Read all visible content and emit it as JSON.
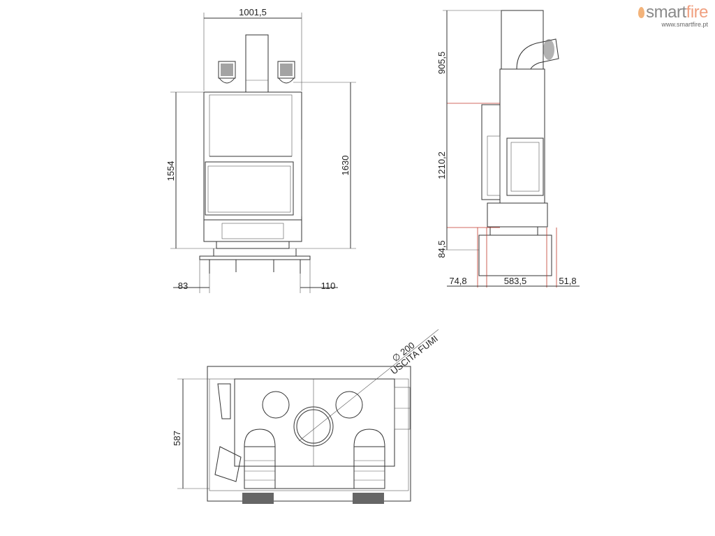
{
  "logo": {
    "brand_part1": "smart",
    "brand_part2": "fire",
    "url": "www.smartfire.pt"
  },
  "front_view": {
    "width": "1001,5",
    "height_body": "1554",
    "height_total": "1630",
    "left_offset": "83",
    "right_offset": "110"
  },
  "side_view": {
    "flue_height": "905,5",
    "body_height": "1210,2",
    "base_height": "84,5",
    "front_depth": "74,8",
    "depth": "583,5",
    "rear_depth": "51,8"
  },
  "top_view": {
    "depth": "587",
    "flue_diameter": "∅ 200",
    "flue_label": "USCITA FUMI"
  },
  "colors": {
    "line": "#333333",
    "reference": "#c0392b",
    "brand_gray": "#8a8a8a",
    "brand_orange": "#f0a080"
  }
}
